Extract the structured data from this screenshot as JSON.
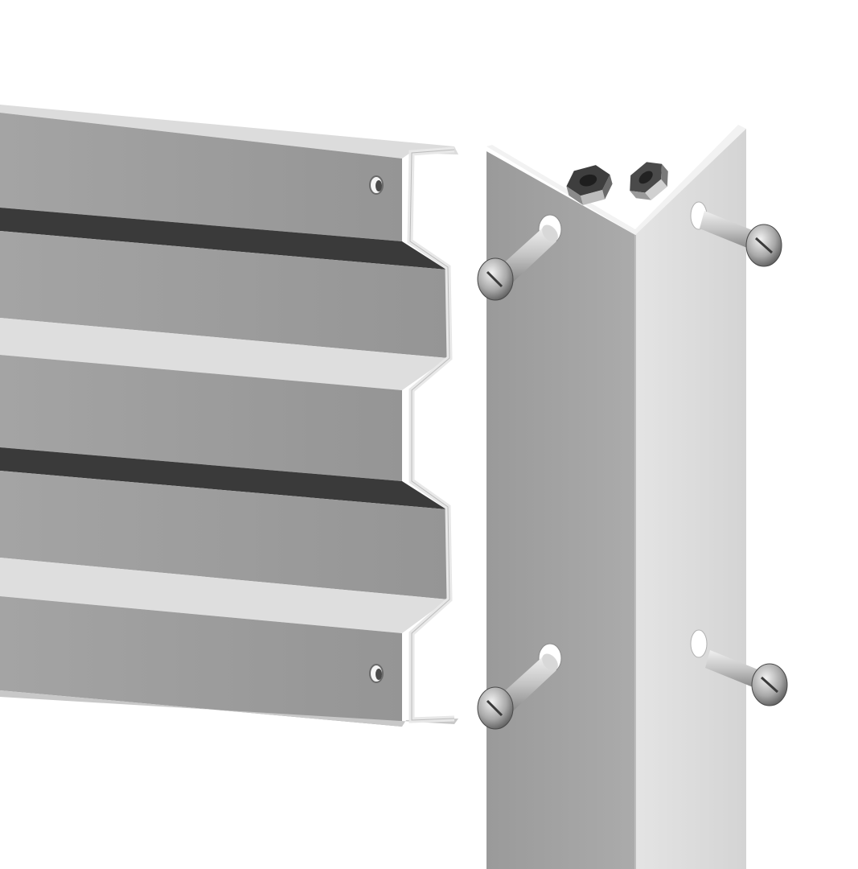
{
  "scene": {
    "background": "#ffffff",
    "subject": "corrugated-panel-and-corner-post-assembly",
    "colors": {
      "panel_face": "#9c9c9c",
      "panel_light": "#dcdcdc",
      "panel_shadow": "#3a3a3a",
      "post_left_face": "#a2a2a2",
      "post_right_face": "#dedede",
      "bolt_steel": "#b8b8b8",
      "nut_dark": "#4a4a4a"
    },
    "hardware": {
      "bolts": 4,
      "nuts": 2
    }
  }
}
